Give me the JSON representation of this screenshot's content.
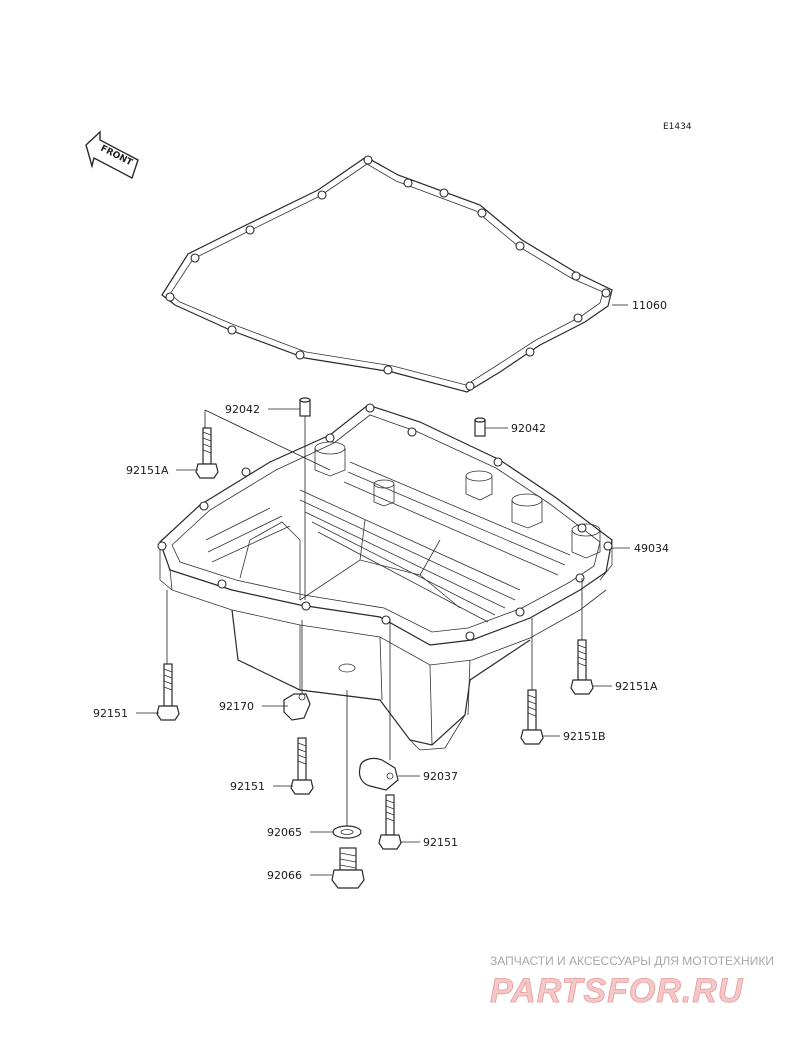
{
  "diagram_code": "E1434",
  "front_marker": "FRONT",
  "parts": {
    "gasket": "11060",
    "oil_pan": "49034",
    "dowel_pin_left": "92042",
    "dowel_pin_right": "92042",
    "bolt_a_upper": "92151A",
    "bolt_a_right": "92151A",
    "bolt_b": "92151B",
    "bolt_left": "92151",
    "bolt_center": "92151",
    "bolt_lower": "92151",
    "clamp_small": "92170",
    "clamp_large": "92037",
    "washer": "92065",
    "drain_plug": "92066"
  },
  "watermark": {
    "subtitle": "ЗАПЧАСТИ И АКСЕССУАРЫ ДЛЯ МОТОТЕХНИКИ",
    "brand": "PARTSFOR.RU"
  }
}
